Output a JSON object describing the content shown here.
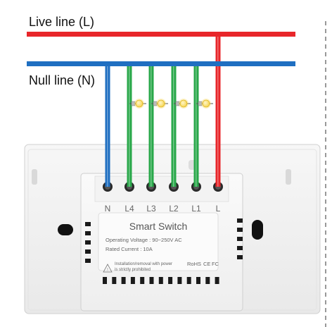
{
  "lines": {
    "live_label": "Live line (L)",
    "null_label": "Null line (N)"
  },
  "colors": {
    "live": "#e8262a",
    "null": "#1f6fc1",
    "load": "#29a84a",
    "bulb": "#f5d34a"
  },
  "device": {
    "title": "Smart Switch",
    "voltage": "Operating Voltage : 90~250V AC",
    "current": "Rated Current : 10A",
    "warning_line1": "Installation/removal with power",
    "warning_line2": "is strictly prohibited",
    "certifications": [
      "RoHS",
      "CE",
      "FC"
    ]
  },
  "terminals": [
    {
      "label": "N",
      "wire": "null"
    },
    {
      "label": "L4",
      "wire": "load"
    },
    {
      "label": "L3",
      "wire": "load"
    },
    {
      "label": "L2",
      "wire": "load"
    },
    {
      "label": "L1",
      "wire": "load"
    },
    {
      "label": "L",
      "wire": "live"
    }
  ],
  "bulbs": [
    {
      "icon": "light-bulb-icon"
    },
    {
      "icon": "light-bulb-icon"
    },
    {
      "icon": "light-bulb-icon"
    },
    {
      "icon": "light-bulb-icon"
    }
  ]
}
